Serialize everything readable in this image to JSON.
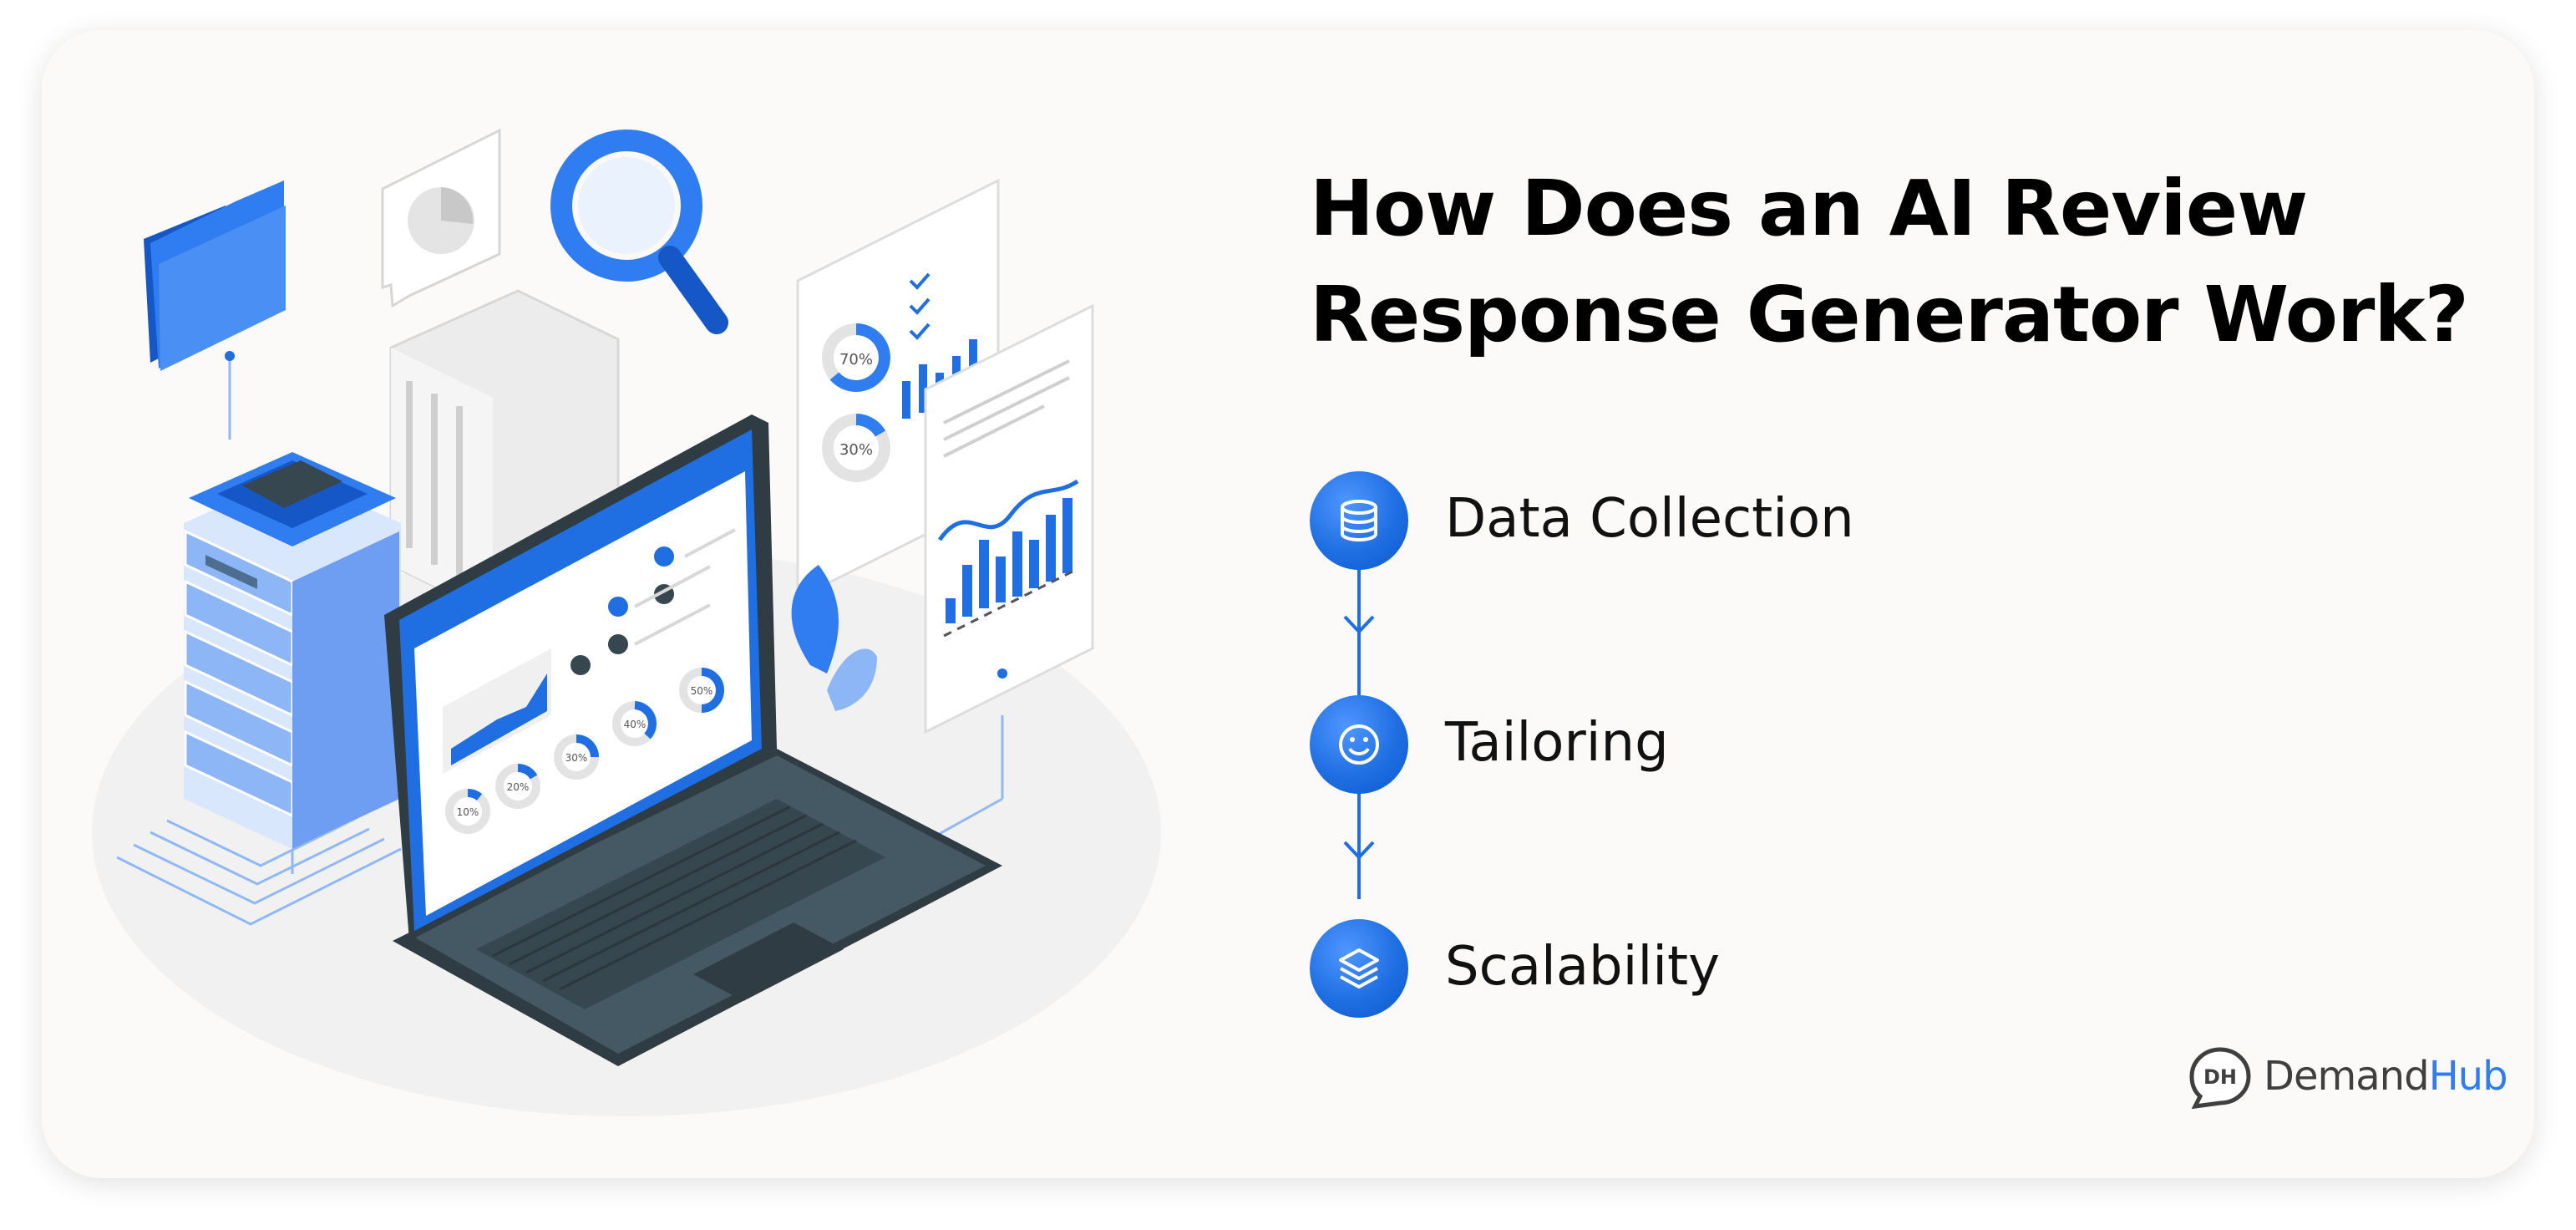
{
  "title_line1": "How Does an AI Review",
  "title_line2": "Response Generator Work?",
  "steps": [
    {
      "label": "Data Collection",
      "icon": "database-icon"
    },
    {
      "label": "Tailoring",
      "icon": "smiley-icon"
    },
    {
      "label": "Scalability",
      "icon": "layers-icon"
    }
  ],
  "illustration": {
    "doc_pct_1": "70%",
    "doc_pct_2": "30%",
    "screen_pcts": [
      "10%",
      "20%",
      "30%",
      "40%",
      "50%"
    ]
  },
  "logo": {
    "mark": "DH",
    "part1": "Demand",
    "part2": "Hub"
  },
  "colors": {
    "accent": "#1f6fe3",
    "dark": "#37474f",
    "background": "#fbfaf8"
  }
}
